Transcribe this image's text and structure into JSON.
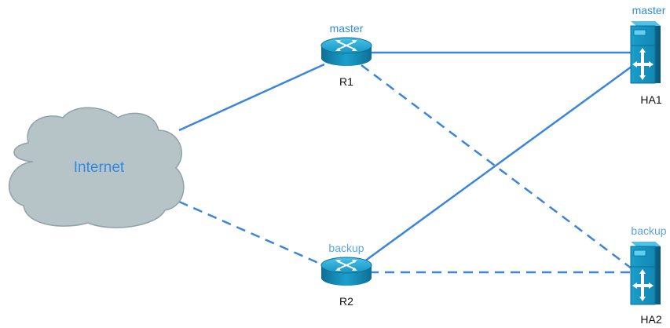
{
  "diagram": {
    "cloud": {
      "label": "Internet"
    },
    "routers": {
      "r1": {
        "name": "R1",
        "role": "master"
      },
      "r2": {
        "name": "R2",
        "role": "backup"
      }
    },
    "servers": {
      "ha1": {
        "name": "HA1",
        "role": "master"
      },
      "ha2": {
        "name": "HA2",
        "role": "backup"
      }
    },
    "links": [
      {
        "from": "Internet",
        "to": "R1",
        "style": "solid"
      },
      {
        "from": "Internet",
        "to": "R2",
        "style": "dashed"
      },
      {
        "from": "R1",
        "to": "HA1",
        "style": "solid"
      },
      {
        "from": "R1",
        "to": "HA2",
        "style": "dashed"
      },
      {
        "from": "R2",
        "to": "HA1",
        "style": "solid"
      },
      {
        "from": "R2",
        "to": "HA2",
        "style": "dashed"
      }
    ]
  },
  "colors": {
    "link": "#3b86dc",
    "master_label": "#2f8be0",
    "backup_label": "#5aa4e8",
    "internet_label": "#2f8be0",
    "cloud_fill": "#b6c4c8",
    "cloud_stroke": "#8fa2a7",
    "device_fill": "#1aa0cc",
    "device_dark": "#0d6f94"
  },
  "icons": {
    "cloud": "cloud-icon",
    "router": "router-icon",
    "server": "firewall-server-icon"
  }
}
